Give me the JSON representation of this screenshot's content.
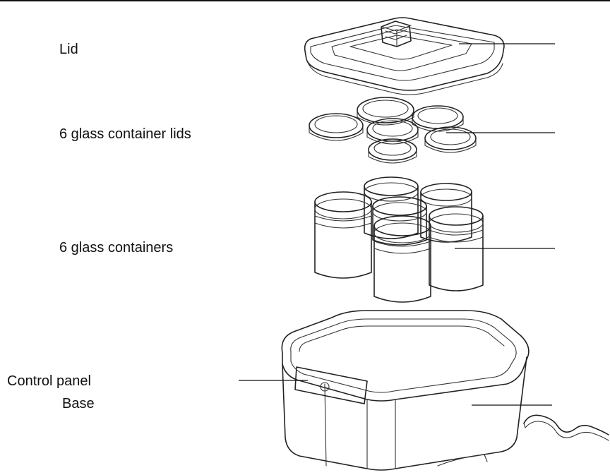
{
  "diagram": {
    "labels": {
      "lid": "Lid",
      "container_lids": "6 glass container lids",
      "containers": "6 glass containers",
      "control_panel": "Control panel",
      "base": "Base"
    }
  }
}
